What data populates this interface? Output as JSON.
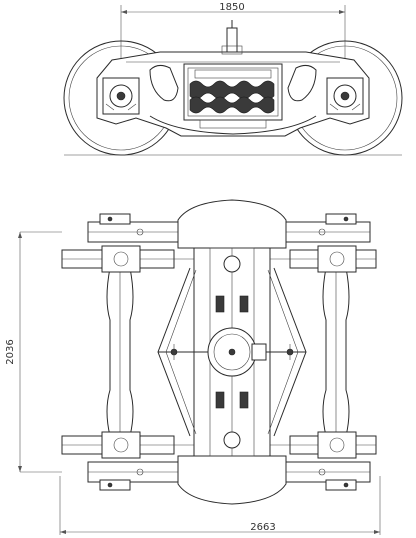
{
  "figure": {
    "dimensions": {
      "side_view_axle_spacing": "1850",
      "plan_view_width": "2036",
      "plan_view_length": "2663"
    }
  }
}
